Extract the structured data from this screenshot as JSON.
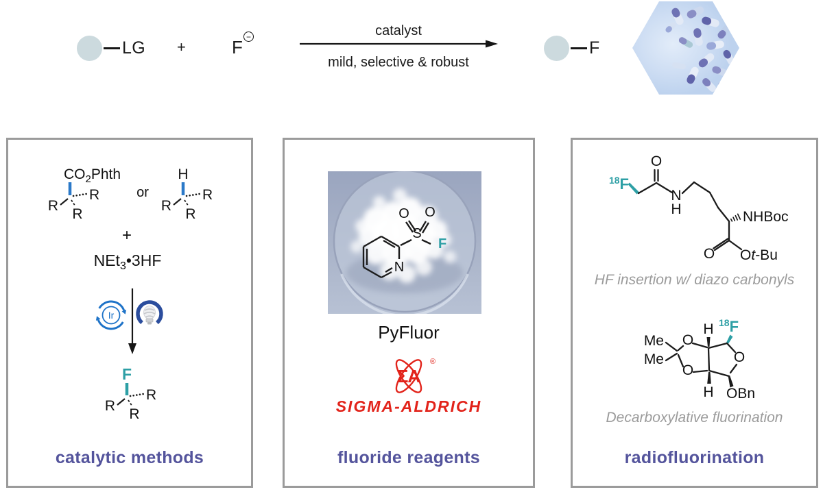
{
  "scheme": {
    "substrate_label": "LG",
    "plus": "+",
    "fluoride_symbol": "F",
    "fluoride_charge": "−",
    "conditions_top": "catalyst",
    "conditions_bottom": "mild, selective & robust",
    "product_label": "F",
    "hex_image_name": "pill-capsules-photo"
  },
  "panel1": {
    "title": "catalytic methods",
    "mol_a": {
      "top_pre": "CO",
      "top_sub": "2",
      "top_post": "Phth"
    },
    "mol_b_top": "H",
    "r_label": "R",
    "or_label": "or",
    "plus": "+",
    "amine": {
      "pre": "NEt",
      "sub": "3",
      "post": "•3HF"
    },
    "ir_label": "Ir",
    "product_f": "F"
  },
  "panel2": {
    "title": "fluoride reagents",
    "reagent_name": "PyFluor",
    "structure": {
      "o1": "O",
      "o2": "O",
      "s": "S",
      "n": "N",
      "f": "F"
    },
    "logo": {
      "symbol": "ΣA",
      "registered": "®",
      "wordmark": "SIGMA-ALDRICH"
    }
  },
  "panel3": {
    "title": "radiofluorination",
    "caption1": "HF insertion w/ diazo carbonyls",
    "caption2": "Decarboxylative fluorination",
    "mol1": {
      "f_sup": "18",
      "f": "F",
      "o_top": "O",
      "n": "N",
      "h": "H",
      "nhboc": "NHBoc",
      "o_ester": "O",
      "otbu_o": "O",
      "otbu_t": "t",
      "otbu_bu": "-Bu"
    },
    "mol2": {
      "me": "Me",
      "o_top": "O",
      "o_bot": "O",
      "o_right": "O",
      "h": "H",
      "f_sup": "18",
      "f": "F",
      "obn": "OBn"
    }
  },
  "colors": {
    "accent_teal": "#2D9FA5",
    "bond_blue": "#2B79C8",
    "title_purple": "#54549C",
    "logo_red": "#E2231A",
    "caption_gray": "#9B9B9B",
    "ball_fill": "#CCDADE",
    "panel_border": "#9B9B9B",
    "ir_cycle_blue": "#1E73C8",
    "bulb_ring_blue": "#2B4D9D"
  }
}
